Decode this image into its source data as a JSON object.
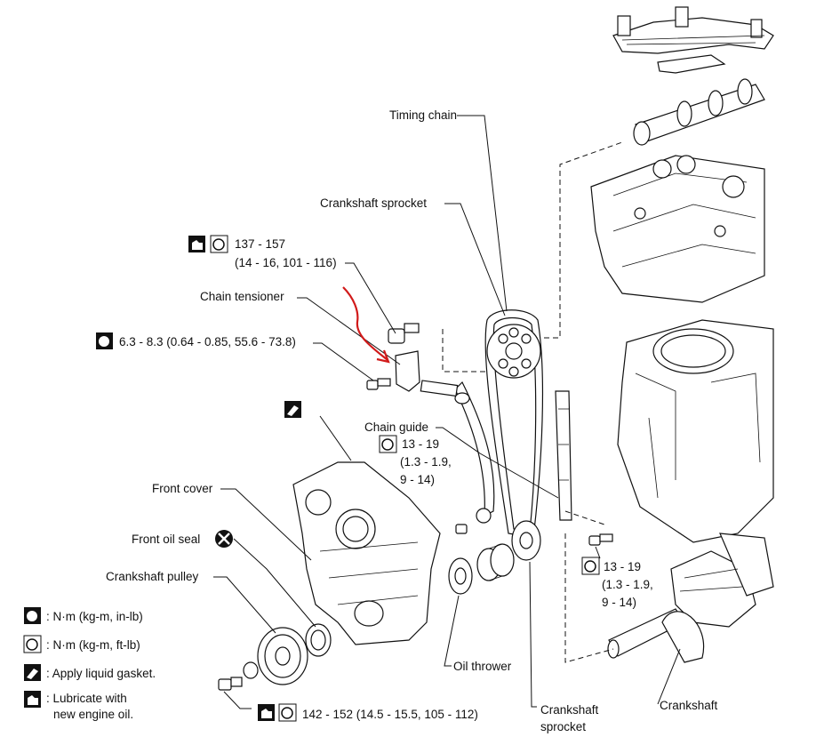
{
  "labels": {
    "timing_chain": "Timing chain",
    "crankshaft_sprocket_top": "Crankshaft sprocket",
    "chain_tensioner": "Chain tensioner",
    "chain_guide": "Chain guide",
    "front_cover": "Front cover",
    "front_oil_seal": "Front oil seal",
    "crankshaft_pulley": "Crankshaft pulley",
    "oil_thrower": "Oil thrower",
    "crankshaft_sprocket_bottom_1": "Crankshaft",
    "crankshaft_sprocket_bottom_2": "sprocket",
    "crankshaft": "Crankshaft"
  },
  "torques": {
    "bolt_top_1": "137 - 157",
    "bolt_top_2": "(14 - 16, 101 - 116)",
    "tensioner_bolt": "6.3 - 8.3 (0.64 - 0.85, 55.6 - 73.8)",
    "guide_1": "13 - 19",
    "guide_2": "(1.3 - 1.9,",
    "guide_3": "9 - 14)",
    "right_1": "13 - 19",
    "right_2": "(1.3 - 1.9,",
    "right_3": "9 - 14)",
    "pulley_bolt": "142 - 152 (14.5 - 15.5, 105 - 112)"
  },
  "legend": {
    "nm_inlb": ": N·m (kg-m, in-lb)",
    "nm_ftlb": ": N·m (kg-m, ft-lb)",
    "gasket": ": Apply liquid gasket.",
    "lube_1": ": Lubricate with",
    "lube_2": "new engine oil."
  },
  "colors": {
    "annotation_arrow": "#d11a1a",
    "ink": "#111111"
  }
}
